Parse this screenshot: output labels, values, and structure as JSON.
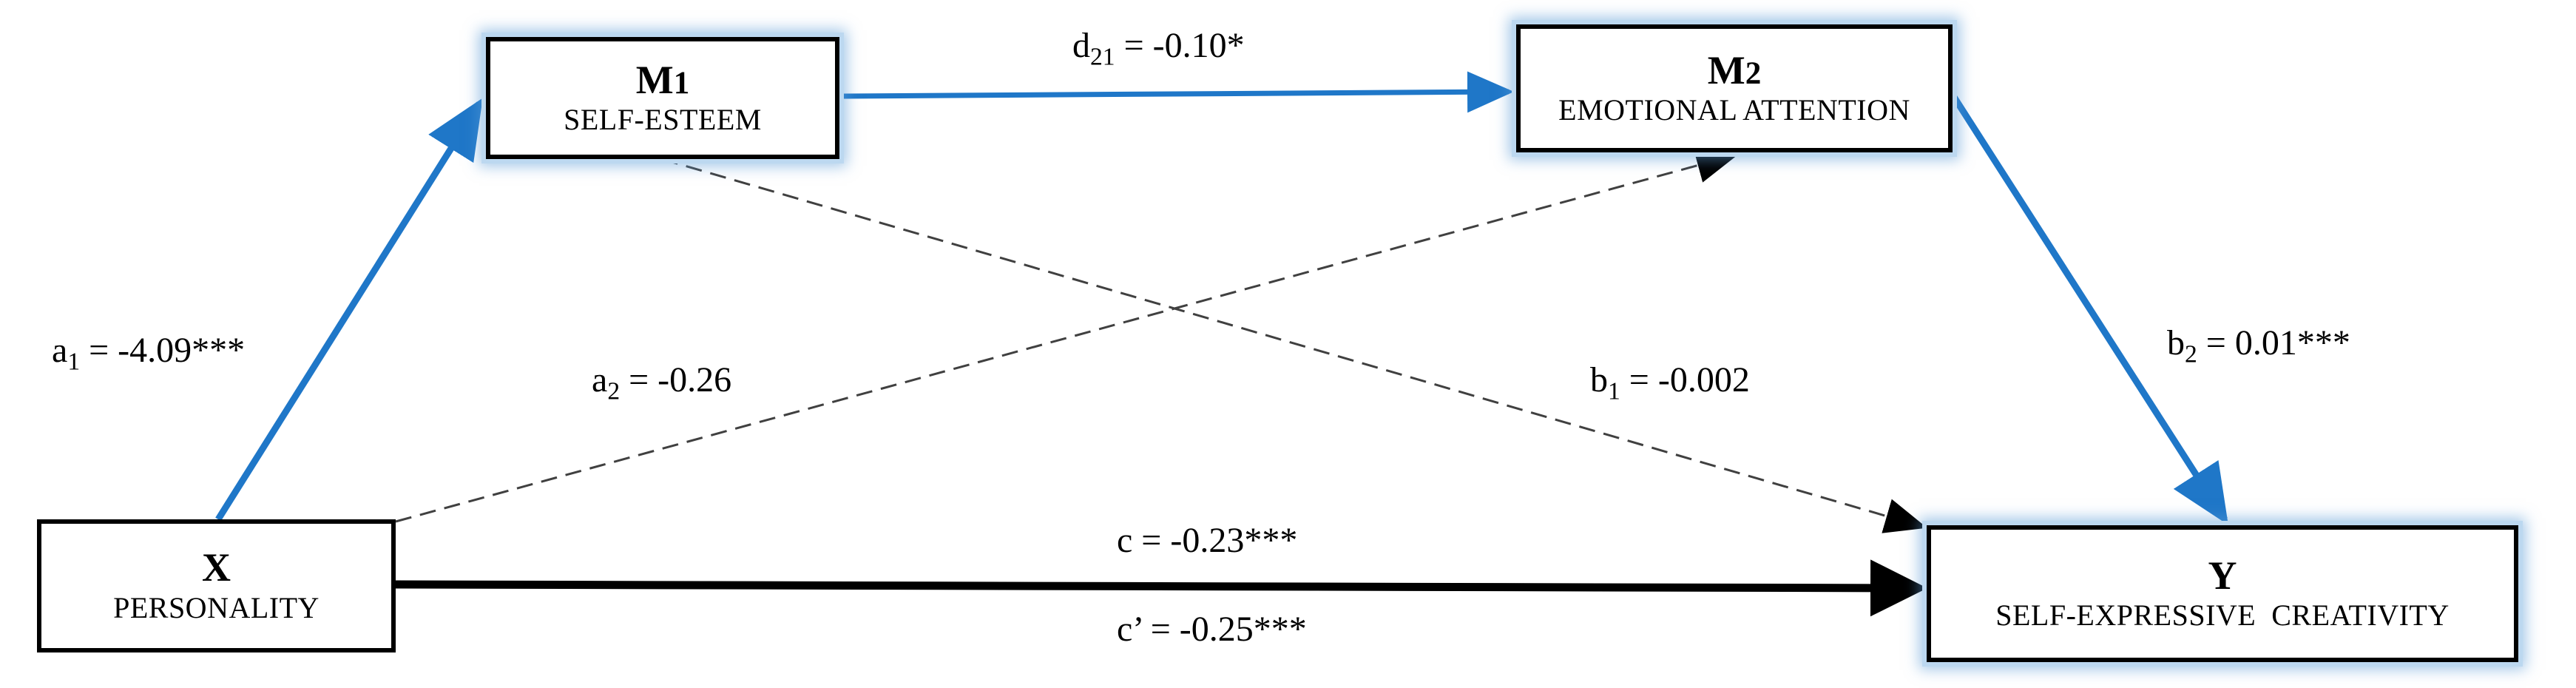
{
  "nodes": {
    "x": {
      "symbol": "X",
      "label": "PERSONALITY"
    },
    "m1": {
      "symbol": "M",
      "subscript": "1",
      "label": "SELF-ESTEEM"
    },
    "m2": {
      "symbol": "M",
      "subscript": "2",
      "label": "EMOTIONAL ATTENTION"
    },
    "y": {
      "symbol": "Y",
      "label": "SELF-EXPRESSIVE  CREATIVITY"
    }
  },
  "paths": {
    "a1": {
      "symbol": "a",
      "subscript": "1",
      "value": " = -4.09***"
    },
    "a2": {
      "symbol": "a",
      "subscript": "2",
      "value": " = -0.26"
    },
    "d21": {
      "symbol": "d",
      "subscript": "21",
      "value": " = -0.10*"
    },
    "b1": {
      "symbol": "b",
      "subscript": "1",
      "value": " = -0.002"
    },
    "b2": {
      "symbol": "b",
      "subscript": "2",
      "value": " = 0.01***"
    },
    "c": {
      "text": "c = -0.23***"
    },
    "c_prime": {
      "text": "c’ = -0.25***"
    }
  },
  "colors": {
    "significant_path": "#1f77c8",
    "direct_path": "#000000",
    "nonsignificant_path": "#404040",
    "box_border": "#000000",
    "glow": "#5b9bd5"
  }
}
